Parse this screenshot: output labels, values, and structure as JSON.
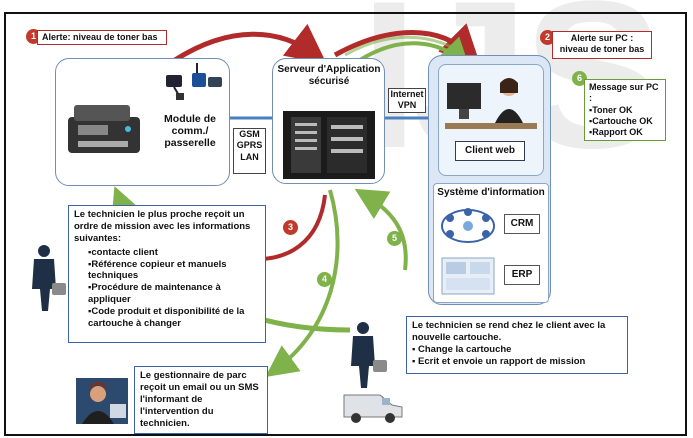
{
  "watermark": "IJS",
  "colors": {
    "red_arrow": "#b22b2b",
    "green_arrow": "#7fb24a",
    "blue_arrow": "#4a7fc0",
    "node_border": "#6f8fb5"
  },
  "badges": {
    "b1": "1",
    "b2": "2",
    "b3": "3",
    "b4": "4",
    "b5": "5",
    "b6": "6"
  },
  "step1": {
    "text": "Alerte: niveau de toner bas"
  },
  "step2": {
    "text": "Alerte sur PC : niveau de toner bas"
  },
  "step6": {
    "title": "Message sur PC :",
    "items": [
      "Toner OK",
      "Cartouche OK",
      "Rapport OK"
    ]
  },
  "module": {
    "label": "Module de comm./ passerelle"
  },
  "server": {
    "label": "Serveur d'Application sécurisé"
  },
  "gsm": {
    "lines": [
      "GSM",
      "GPRS",
      "LAN"
    ]
  },
  "internet": {
    "lines": [
      "Internet",
      "VPN"
    ]
  },
  "client": {
    "label": "Client web"
  },
  "si": {
    "label": "Système d'information",
    "crm": "CRM",
    "erp": "ERP"
  },
  "technician_order": {
    "intro": "Le technicien le plus proche reçoit un ordre de mission avec les informations suivantes:",
    "items": [
      "contacte client",
      "Référence copieur et manuels techniques",
      "Procédure de maintenance à appliquer",
      "Code produit et disponibilité de la cartouche à changer"
    ]
  },
  "technician_visit": {
    "intro": "Le technicien se rend chez le client avec la nouvelle cartouche.",
    "items": [
      "Change la cartouche",
      "Ecrit et envoie un rapport de mission"
    ]
  },
  "park_manager": {
    "text": "Le gestionnaire de parc reçoit un email ou un SMS l'informant de l'intervention du technicien."
  }
}
